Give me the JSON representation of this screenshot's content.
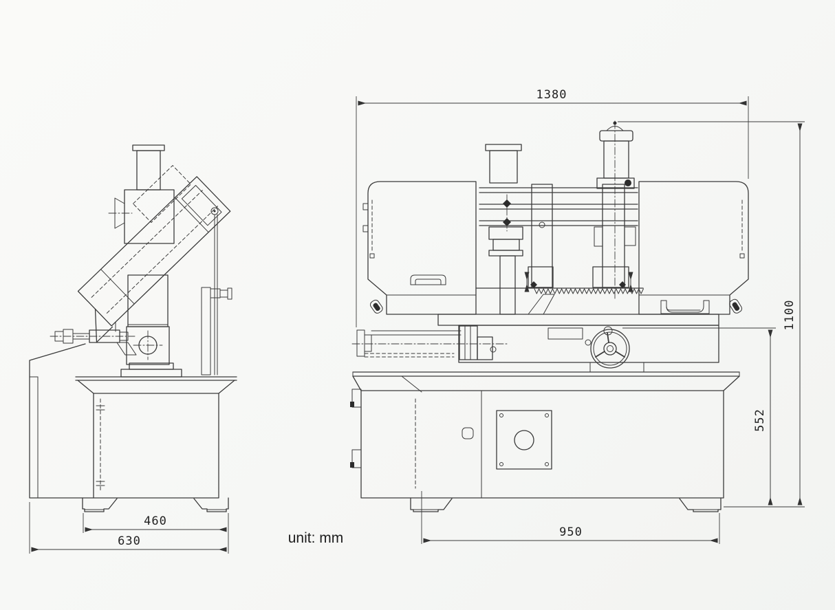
{
  "note": {
    "unit": "unit: mm"
  },
  "dimensions": {
    "overall_length": "1380",
    "overall_height": "1100",
    "bed_height": "552",
    "base_length": "950",
    "foot_span": "460",
    "base_depth": "630"
  },
  "colors": {
    "line": "#3a3a3a",
    "text": "#222222",
    "paper": "#f8f8f5"
  }
}
